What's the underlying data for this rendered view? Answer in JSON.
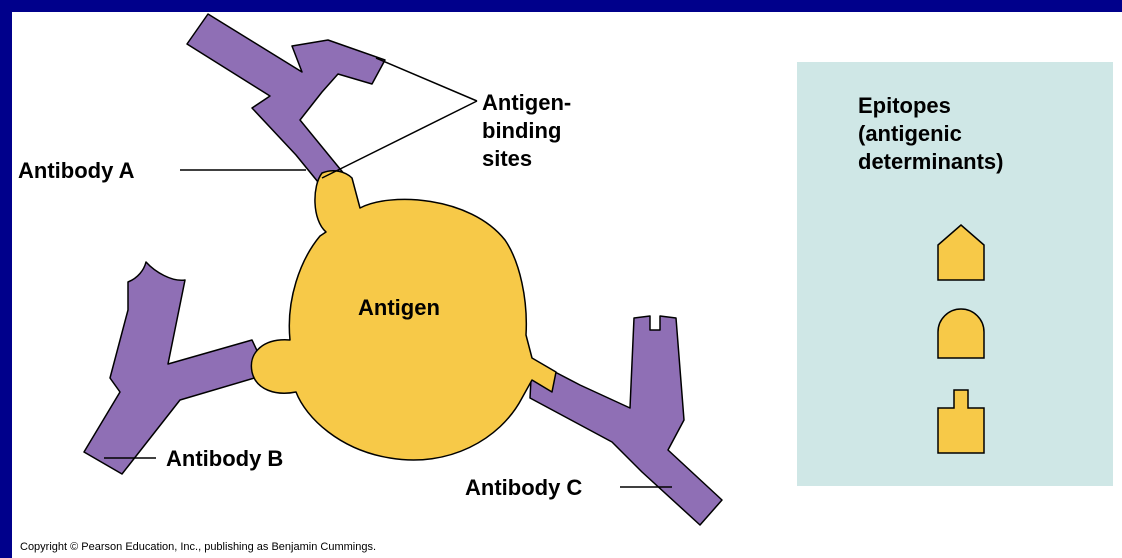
{
  "labels": {
    "antigen": "Antigen",
    "antibody_a": "Antibody A",
    "antibody_b": "Antibody B",
    "antibody_c": "Antibody C",
    "binding_sites": [
      "Antigen-",
      "binding",
      "sites"
    ]
  },
  "epitopes_panel": {
    "title_lines": [
      "Epitopes",
      "(antigenic",
      "determinants)"
    ],
    "shapes": [
      "pointed-epitope",
      "rounded-epitope",
      "notched-epitope"
    ]
  },
  "copyright": "Copyright © Pearson Education, Inc., publishing as Benjamin Cummings.",
  "colors": {
    "frame": "#00008b",
    "antibody": "#8f6fb5",
    "antigen": "#f7c948",
    "panel": "#cfe7e6",
    "outline": "#000000"
  }
}
